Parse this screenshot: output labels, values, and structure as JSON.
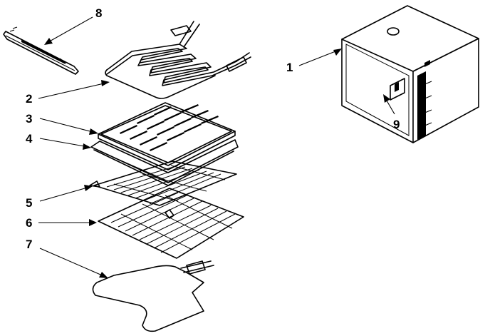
{
  "callouts": {
    "c1": "1",
    "c2": "2",
    "c3": "3",
    "c4": "4",
    "c5": "5",
    "c6": "6",
    "c7": "7",
    "c8": "8",
    "c9": "9"
  },
  "parts": [
    {
      "callout": "1",
      "icon": "oven-cavity"
    },
    {
      "callout": "2",
      "icon": "broil-element"
    },
    {
      "callout": "3",
      "icon": "broiler-pan-grid"
    },
    {
      "callout": "4",
      "icon": "broiler-pan"
    },
    {
      "callout": "5",
      "icon": "oven-rack"
    },
    {
      "callout": "6",
      "icon": "oven-rack"
    },
    {
      "callout": "7",
      "icon": "bake-element"
    },
    {
      "callout": "8",
      "icon": "element-bracket"
    },
    {
      "callout": "9",
      "icon": "sensor"
    }
  ]
}
